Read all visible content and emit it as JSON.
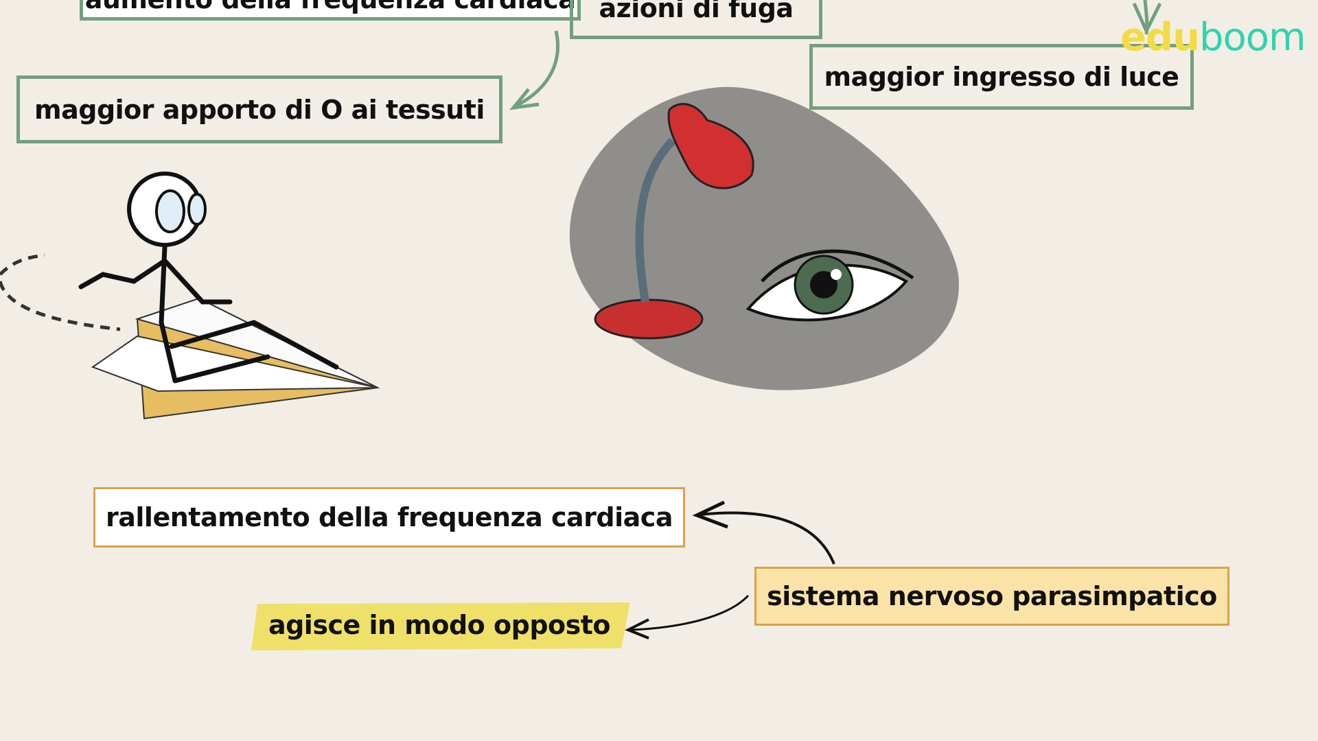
{
  "boxes": {
    "top_cut": "aumento della frequenza cardiaca",
    "fuga": "azioni di fuga",
    "luce": "maggior ingresso di luce",
    "apporto": "maggior apporto di O ai tessuti",
    "rallentamento": "rallentamento della frequenza cardiaca",
    "parasimpatico": "sistema nervoso parasimpatico",
    "opposto": "agisce in modo opposto"
  },
  "logo": {
    "part1": "edu",
    "part2": "boom",
    "color1": "#f2dc45",
    "color2": "#2fd3b0"
  },
  "colors": {
    "background": "#f3eee5",
    "green_border": "#739f80",
    "orange_border": "#d9a24a",
    "highlight": "#efe06a"
  }
}
